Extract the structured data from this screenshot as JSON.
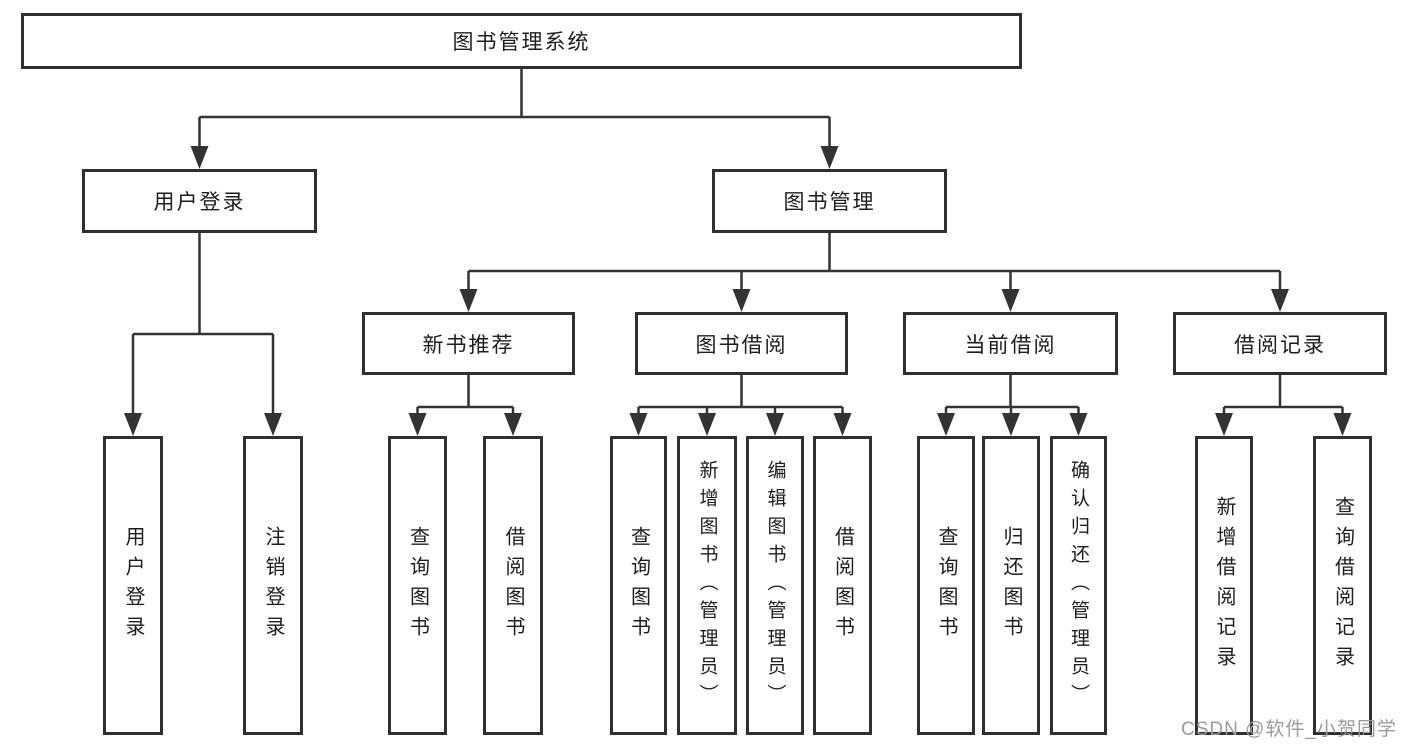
{
  "diagram": {
    "root": {
      "label": "图书管理系统"
    },
    "level1": [
      {
        "label": "用户登录",
        "children": [
          {
            "label": "用户登录"
          },
          {
            "label": "注销登录"
          }
        ]
      },
      {
        "label": "图书管理",
        "children": [
          {
            "label": "新书推荐",
            "children": [
              {
                "label": "查询图书"
              },
              {
                "label": "借阅图书"
              }
            ]
          },
          {
            "label": "图书借阅",
            "children": [
              {
                "label": "查询图书"
              },
              {
                "label": "新增图书（管理员）"
              },
              {
                "label": "编辑图书（管理员）"
              },
              {
                "label": "借阅图书"
              }
            ]
          },
          {
            "label": "当前借阅",
            "children": [
              {
                "label": "查询图书"
              },
              {
                "label": "归还图书"
              },
              {
                "label": "确认归还（管理员）"
              }
            ]
          },
          {
            "label": "借阅记录",
            "children": [
              {
                "label": "新增借阅记录"
              },
              {
                "label": "查询借阅记录"
              }
            ]
          }
        ]
      }
    ]
  },
  "watermark": {
    "text": "CSDN @软件_小贺同学"
  },
  "colors": {
    "line": "#333333",
    "border": "#2f2f2f",
    "text": "#1d1d1d",
    "watermark": "#9b9b9b",
    "background": "#ffffff"
  }
}
